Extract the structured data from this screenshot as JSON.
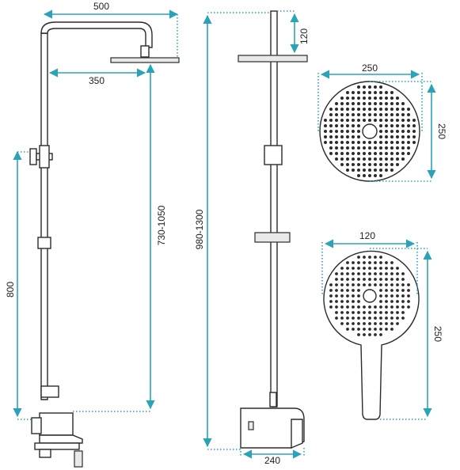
{
  "colors": {
    "dimension": "#2aa3b8",
    "outline": "#2b2b2b"
  },
  "dimensions": {
    "arm_width": "500",
    "head_offset": "350",
    "lower_height": "800",
    "pipe_height": "730-1050",
    "total_height": "980-1300",
    "head_drop": "120",
    "mixer_width": "240",
    "overhead_width": "250",
    "overhead_height": "250",
    "hand_width": "120",
    "hand_length": "250"
  }
}
